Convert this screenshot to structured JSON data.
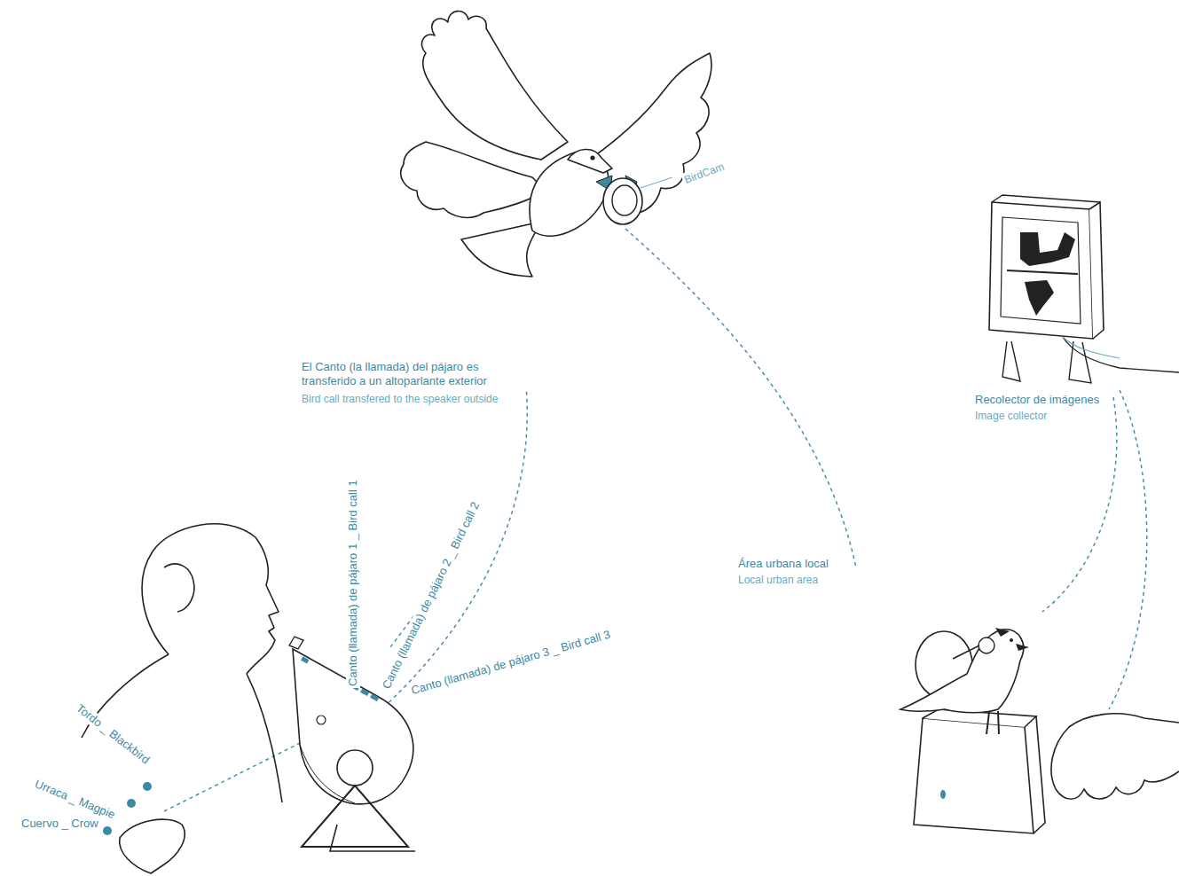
{
  "diagram": {
    "labels": [
      "BirdCam",
      "El Canto (la llamada) del pájaro es transferido a un altoparlante exterior",
      "Bird call transfered to the speaker outside",
      "Recolector de imágenes",
      "Image collector",
      "Canto (llamada) de pájaro 1 _ Bird call 1",
      "Canto (llamada) de pájaro 2 _ Bird call 2",
      "Canto (llamada) de pájaro 3 _ Bird call 3",
      "Área urbana local",
      "Local urban area",
      "Tordo _ Blackbird",
      "Urraca _ Magpie",
      "Cuervo _ Crow"
    ]
  }
}
